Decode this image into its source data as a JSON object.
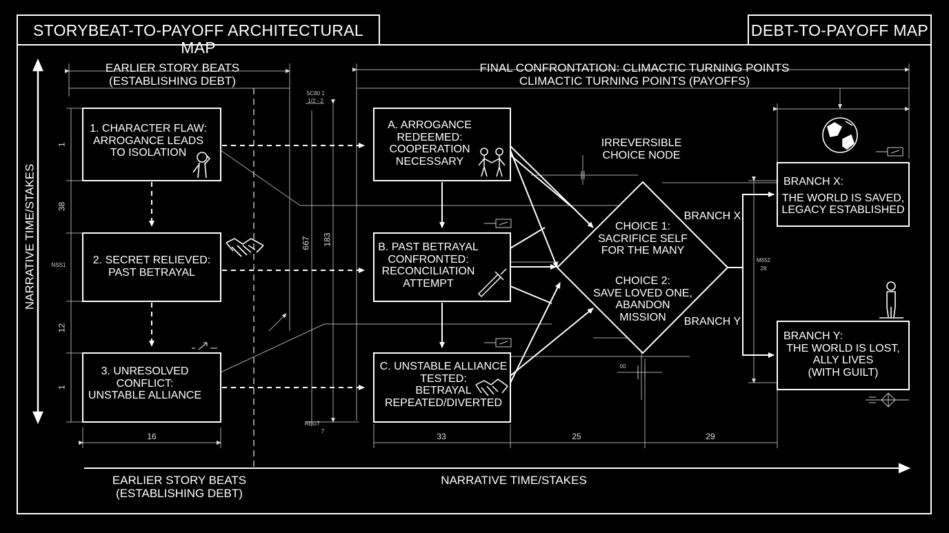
{
  "title_left": "STORYBEAT-TO-PAYOFF ARCHITECTURAL MAP",
  "title_right": "DEBT-TO-PAYOFF MAP",
  "axis_vertical": "NARRATIVE TIME/STAKES",
  "axis_horizontal": "NARRATIVE TIME/STAKES",
  "top_left_header": [
    "EARLIER STORY BEATS",
    "(ESTABLISHING DEBT)"
  ],
  "top_right_header": [
    "FINAL CONFRONTATION: CLIMACTIC TURNING POINTS",
    "CLIMACTIC TURNING POINTS (PAYOFFS)"
  ],
  "bottom_left_header": [
    "EARLIER STORY BEATS",
    "(ESTABLISHING DEBT)"
  ],
  "beats": [
    {
      "lines": [
        "1. CHARACTER FLAW:",
        "ARROGANCE LEADS",
        "TO ISOLATION"
      ],
      "icon": "thinking-person-icon"
    },
    {
      "lines": [
        "2. SECRET RELIEVED:",
        "PAST BETRAYAL"
      ],
      "icon": "handshake-icon"
    },
    {
      "lines": [
        "3. UNRESOLVED",
        "CONFLICT:",
        "UNSTABLE ALLIANCE"
      ],
      "icon": "broken-arrow-icon"
    }
  ],
  "payoffs": [
    {
      "lines": [
        "A. ARROGANCE",
        "REDEEMED:",
        "COOPERATION",
        "NECESSARY"
      ],
      "icon": "two-people-icon"
    },
    {
      "lines": [
        "B. PAST BETRAYAL",
        "CONFRONTED:",
        "RECONCILIATION",
        "ATTEMPT"
      ],
      "icon": "dagger-icon"
    },
    {
      "lines": [
        "C. UNSTABLE ALLIANCE",
        "TESTED:",
        "BETRAYAL",
        "REPEATED/DIVERTED"
      ],
      "icon": "handshake-icon"
    }
  ],
  "choice_node_label": [
    "IRREVERSIBLE",
    "CHOICE NODE"
  ],
  "choice1": [
    "CHOICE 1:",
    "SACRIFICE SELF",
    "FOR THE MANY"
  ],
  "choice2": [
    "CHOICE 2:",
    "SAVE LOVED ONE,",
    "ABANDON",
    "MISSION"
  ],
  "branch_x_label": "BRANCH X",
  "branch_y_label": "BRANCH Y",
  "branches": [
    {
      "lines": [
        "BRANCH X:",
        "THE WORLD IS SAVED,",
        "LEGACY ESTABLISHED"
      ],
      "icon": "globe-icon"
    },
    {
      "lines": [
        "BRANCH Y:",
        "THE WORLD IS LOST,",
        "ALLY LIVES",
        "(WITH GUILT)"
      ],
      "icon": "standing-person-icon"
    }
  ],
  "dims": {
    "left_col": [
      "1",
      "38",
      "12",
      "1"
    ],
    "left_mid": "NSS1",
    "bottom": [
      "16",
      "33",
      "25",
      "29"
    ],
    "vertical_mid": [
      "667",
      "183"
    ],
    "sc_top": [
      "SC80 1",
      "1/2 - 2"
    ],
    "sc_bottom": [
      "REGT",
      "7"
    ],
    "ms": [
      "M652",
      "28"
    ],
    "oo": "00"
  }
}
